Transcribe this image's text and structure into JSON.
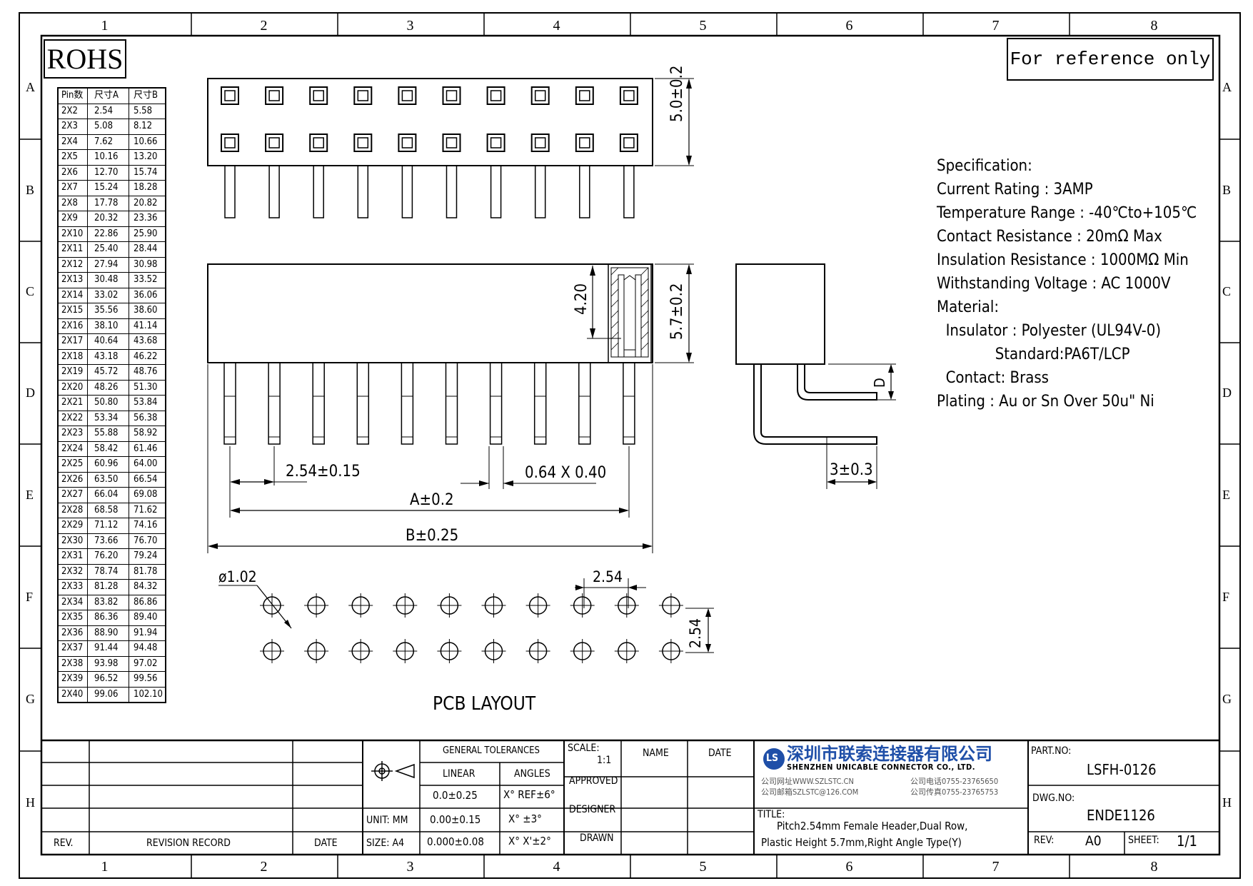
{
  "grid": {
    "columns": [
      "1",
      "2",
      "3",
      "4",
      "5",
      "6",
      "7",
      "8"
    ],
    "rows": [
      "A",
      "B",
      "C",
      "D",
      "E",
      "F",
      "G",
      "H"
    ]
  },
  "rohs_label": "ROHS",
  "reference_note": "For reference only",
  "pin_table": {
    "headers": [
      "Pin数",
      "尺寸A",
      "尺寸B"
    ],
    "rows": [
      [
        "2X2",
        "2.54",
        "5.58"
      ],
      [
        "2X3",
        "5.08",
        "8.12"
      ],
      [
        "2X4",
        "7.62",
        "10.66"
      ],
      [
        "2X5",
        "10.16",
        "13.20"
      ],
      [
        "2X6",
        "12.70",
        "15.74"
      ],
      [
        "2X7",
        "15.24",
        "18.28"
      ],
      [
        "2X8",
        "17.78",
        "20.82"
      ],
      [
        "2X9",
        "20.32",
        "23.36"
      ],
      [
        "2X10",
        "22.86",
        "25.90"
      ],
      [
        "2X11",
        "25.40",
        "28.44"
      ],
      [
        "2X12",
        "27.94",
        "30.98"
      ],
      [
        "2X13",
        "30.48",
        "33.52"
      ],
      [
        "2X14",
        "33.02",
        "36.06"
      ],
      [
        "2X15",
        "35.56",
        "38.60"
      ],
      [
        "2X16",
        "38.10",
        "41.14"
      ],
      [
        "2X17",
        "40.64",
        "43.68"
      ],
      [
        "2X18",
        "43.18",
        "46.22"
      ],
      [
        "2X19",
        "45.72",
        "48.76"
      ],
      [
        "2X20",
        "48.26",
        "51.30"
      ],
      [
        "2X21",
        "50.80",
        "53.84"
      ],
      [
        "2X22",
        "53.34",
        "56.38"
      ],
      [
        "2X23",
        "55.88",
        "58.92"
      ],
      [
        "2X24",
        "58.42",
        "61.46"
      ],
      [
        "2X25",
        "60.96",
        "64.00"
      ],
      [
        "2X26",
        "63.50",
        "66.54"
      ],
      [
        "2X27",
        "66.04",
        "69.08"
      ],
      [
        "2X28",
        "68.58",
        "71.62"
      ],
      [
        "2X29",
        "71.12",
        "74.16"
      ],
      [
        "2X30",
        "73.66",
        "76.70"
      ],
      [
        "2X31",
        "76.20",
        "79.24"
      ],
      [
        "2X32",
        "78.74",
        "81.78"
      ],
      [
        "2X33",
        "81.28",
        "84.32"
      ],
      [
        "2X34",
        "83.82",
        "86.86"
      ],
      [
        "2X35",
        "86.36",
        "89.40"
      ],
      [
        "2X36",
        "88.90",
        "91.94"
      ],
      [
        "2X37",
        "91.44",
        "94.48"
      ],
      [
        "2X38",
        "93.98",
        "97.02"
      ],
      [
        "2X39",
        "96.52",
        "99.56"
      ],
      [
        "2X40",
        "99.06",
        "102.10"
      ]
    ]
  },
  "dimensions": {
    "top_height": "5.0±0.2",
    "side_height": "5.7±0.2",
    "inner_height": "4.20",
    "pitch": "2.54±0.15",
    "pin_size": "0.64 X 0.40",
    "dim_a": "A±0.2",
    "dim_b": "B±0.25",
    "side_d": "D",
    "side_leg": "3±0.3",
    "hole_dia": "ø1.02",
    "pcb_pitch_x": "2.54",
    "pcb_pitch_y": "2.54",
    "pcb_layout": "PCB LAYOUT"
  },
  "specification": {
    "title": "Specification:",
    "lines": [
      "Current Rating : 3AMP",
      "Temperature Range : -40℃to+105℃",
      "Contact Resistance : 20mΩ Max",
      "Insulation Resistance : 1000MΩ Min",
      "Withstanding Voltage : AC 1000V",
      "Material:",
      "  Insulator : Polyester (UL94V-0)",
      "             Standard:PA6T/LCP",
      "  Contact: Brass",
      "Plating : Au or Sn Over 50u\" Ni"
    ]
  },
  "title_block": {
    "rev_header": "REV.",
    "revision_record": "REVISION RECORD",
    "date_header": "DATE",
    "unit": "UNIT: MM",
    "size": "SIZE: A4",
    "general_tolerances": "GENERAL TOLERANCES",
    "linear": "LINEAR",
    "angles": "ANGLES",
    "tol_1": "0.0±0.25",
    "tol_2": "0.00±0.15",
    "tol_3": "0.000±0.08",
    "ang_1": "X° REF±6°",
    "ang_2": "X° ±3°",
    "ang_3": "X° X'±2°",
    "scale_label": "SCALE:",
    "scale_value": "1:1",
    "name": "NAME",
    "date": "DATE",
    "approved": "APPROVED",
    "designer": "DESIGNER",
    "drawn": "DRAWN",
    "company_cn": "深圳市联索连接器有限公司",
    "company_en": "SHENZHEN UNICABLE CONNECTOR CO., LTD.",
    "web": "公司网址WWW.SZLSTC.CN",
    "email": "公司邮箱SZLSTC@126.COM",
    "phone": "公司电话0755-23765650",
    "fax": "公司传真0755-23765753",
    "title_label": "TITLE:",
    "title_line1": "Pitch2.54mm Female Header,Dual Row,",
    "title_line2": "Plastic Height 5.7mm,Right Angle Type(Y)",
    "part_no_label": "PART.NO:",
    "part_no": "LSFH-0126",
    "dwg_no_label": "DWG.NO:",
    "dwg_no": "ENDE1126",
    "rev_label": "REV:",
    "rev_value": "A0",
    "sheet_label": "SHEET:",
    "sheet_value": "1/1",
    "logo_mark": "LS"
  }
}
